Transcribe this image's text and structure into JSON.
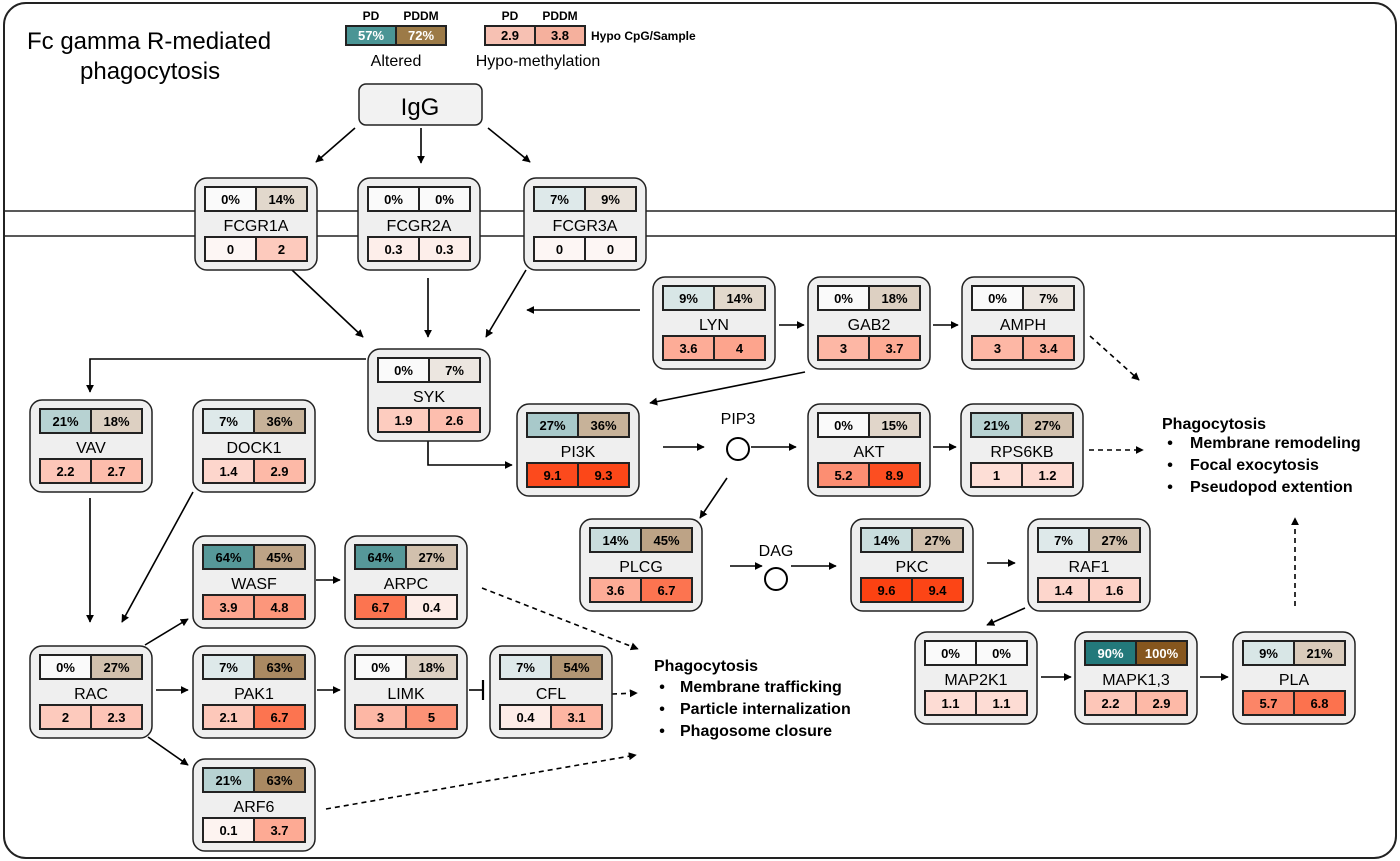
{
  "title_line1": "Fc gamma R-mediated",
  "title_line2": "phagocytosis",
  "legend": {
    "altered": {
      "col1": "PD",
      "col2": "PDDM",
      "v1": "57%",
      "v2": "72%",
      "label": "Altered"
    },
    "hypo": {
      "col1": "PD",
      "col2": "PDDM",
      "v1": "2.9",
      "v2": "3.8",
      "side_label": "Hypo CpG/Sample",
      "label": "Hypo-methylation"
    }
  },
  "ligand": "IgG",
  "nodes": [
    {
      "id": "fcgr1a",
      "name": "FCGR1A",
      "alt": [
        "0%",
        "14%"
      ],
      "hypo": [
        "0",
        "2"
      ]
    },
    {
      "id": "fcgr2a",
      "name": "FCGR2A",
      "alt": [
        "0%",
        "0%"
      ],
      "hypo": [
        "0.3",
        "0.3"
      ]
    },
    {
      "id": "fcgr3a",
      "name": "FCGR3A",
      "alt": [
        "7%",
        "9%"
      ],
      "hypo": [
        "0",
        "0"
      ]
    },
    {
      "id": "lyn",
      "name": "LYN",
      "alt": [
        "9%",
        "14%"
      ],
      "hypo": [
        "3.6",
        "4"
      ]
    },
    {
      "id": "gab2",
      "name": "GAB2",
      "alt": [
        "0%",
        "18%"
      ],
      "hypo": [
        "3",
        "3.7"
      ]
    },
    {
      "id": "amph",
      "name": "AMPH",
      "alt": [
        "0%",
        "7%"
      ],
      "hypo": [
        "3",
        "3.4"
      ]
    },
    {
      "id": "syk",
      "name": "SYK",
      "alt": [
        "0%",
        "7%"
      ],
      "hypo": [
        "1.9",
        "2.6"
      ]
    },
    {
      "id": "vav",
      "name": "VAV",
      "alt": [
        "21%",
        "18%"
      ],
      "hypo": [
        "2.2",
        "2.7"
      ]
    },
    {
      "id": "dock1",
      "name": "DOCK1",
      "alt": [
        "7%",
        "36%"
      ],
      "hypo": [
        "1.4",
        "2.9"
      ]
    },
    {
      "id": "pi3k",
      "name": "PI3K",
      "alt": [
        "27%",
        "36%"
      ],
      "hypo": [
        "9.1",
        "9.3"
      ]
    },
    {
      "id": "akt",
      "name": "AKT",
      "alt": [
        "0%",
        "15%"
      ],
      "hypo": [
        "5.2",
        "8.9"
      ]
    },
    {
      "id": "rps6kb",
      "name": "RPS6KB",
      "alt": [
        "21%",
        "27%"
      ],
      "hypo": [
        "1",
        "1.2"
      ]
    },
    {
      "id": "plcg",
      "name": "PLCG",
      "alt": [
        "14%",
        "45%"
      ],
      "hypo": [
        "3.6",
        "6.7"
      ]
    },
    {
      "id": "pkc",
      "name": "PKC",
      "alt": [
        "14%",
        "27%"
      ],
      "hypo": [
        "9.6",
        "9.4"
      ]
    },
    {
      "id": "raf1",
      "name": "RAF1",
      "alt": [
        "7%",
        "27%"
      ],
      "hypo": [
        "1.4",
        "1.6"
      ]
    },
    {
      "id": "wasf",
      "name": "WASF",
      "alt": [
        "64%",
        "45%"
      ],
      "hypo": [
        "3.9",
        "4.8"
      ]
    },
    {
      "id": "arpc",
      "name": "ARPC",
      "alt": [
        "64%",
        "27%"
      ],
      "hypo": [
        "6.7",
        "0.4"
      ]
    },
    {
      "id": "rac",
      "name": "RAC",
      "alt": [
        "0%",
        "27%"
      ],
      "hypo": [
        "2",
        "2.3"
      ]
    },
    {
      "id": "pak1",
      "name": "PAK1",
      "alt": [
        "7%",
        "63%"
      ],
      "hypo": [
        "2.1",
        "6.7"
      ]
    },
    {
      "id": "limk",
      "name": "LIMK",
      "alt": [
        "0%",
        "18%"
      ],
      "hypo": [
        "3",
        "5"
      ]
    },
    {
      "id": "cfl",
      "name": "CFL",
      "alt": [
        "7%",
        "54%"
      ],
      "hypo": [
        "0.4",
        "3.1"
      ]
    },
    {
      "id": "map2k1",
      "name": "MAP2K1",
      "alt": [
        "0%",
        "0%"
      ],
      "hypo": [
        "1.1",
        "1.1"
      ]
    },
    {
      "id": "mapk13",
      "name": "MAPK1,3",
      "alt": [
        "90%",
        "100%"
      ],
      "hypo": [
        "2.2",
        "2.9"
      ]
    },
    {
      "id": "pla",
      "name": "PLA",
      "alt": [
        "9%",
        "21%"
      ],
      "hypo": [
        "5.7",
        "6.8"
      ]
    },
    {
      "id": "arf6",
      "name": "ARF6",
      "alt": [
        "21%",
        "63%"
      ],
      "hypo": [
        "0.1",
        "3.7"
      ]
    }
  ],
  "metabolites": [
    {
      "id": "pip3",
      "name": "PIP3"
    },
    {
      "id": "dag",
      "name": "DAG"
    }
  ],
  "outcomes": [
    {
      "id": "phago_right",
      "title": "Phagocytosis",
      "items": [
        "Membrane remodeling",
        "Focal exocytosis",
        "Pseudopod extention"
      ]
    },
    {
      "id": "phago_mid",
      "title": "Phagocytosis",
      "items": [
        "Membrane trafficking",
        "Particle internalization",
        "Phagosome closure"
      ]
    }
  ]
}
